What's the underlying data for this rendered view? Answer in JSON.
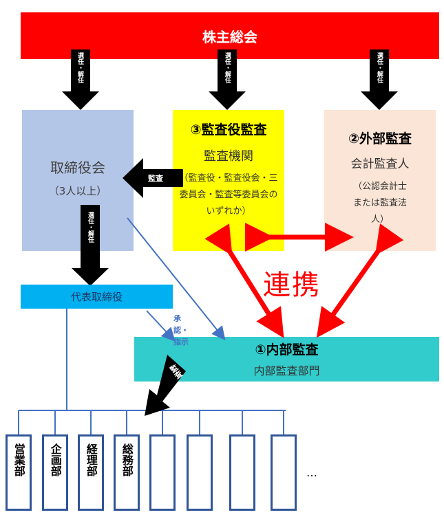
{
  "shareholders": "株主総会",
  "arrow_appoint": "選任・解任",
  "board": {
    "title": "取締役会",
    "sub": "（3人以上）"
  },
  "audit_body": {
    "title": "③監査役監査",
    "name": "監査機関",
    "note": "（監査役・監査役会・三委員会・監査等委員会のいずれか）"
  },
  "external": {
    "title": "②外部監査",
    "name": "会計監査人",
    "note": "（公認会計士または監査法人）"
  },
  "audit_arrow_label": "監査",
  "representative": "代表取締役",
  "approval_label": "承認・指示",
  "cooperation": "連携",
  "internal": {
    "title": "①内部監査",
    "name": "内部監査部門"
  },
  "departments": [
    "営業部",
    "企画部",
    "経理部",
    "総務部",
    "",
    "",
    "",
    ""
  ],
  "ellipsis": "…",
  "colors": {
    "red": "#ff0000",
    "black": "#000000",
    "navy": "#2f5597",
    "steel_blue": "#4472c4"
  }
}
